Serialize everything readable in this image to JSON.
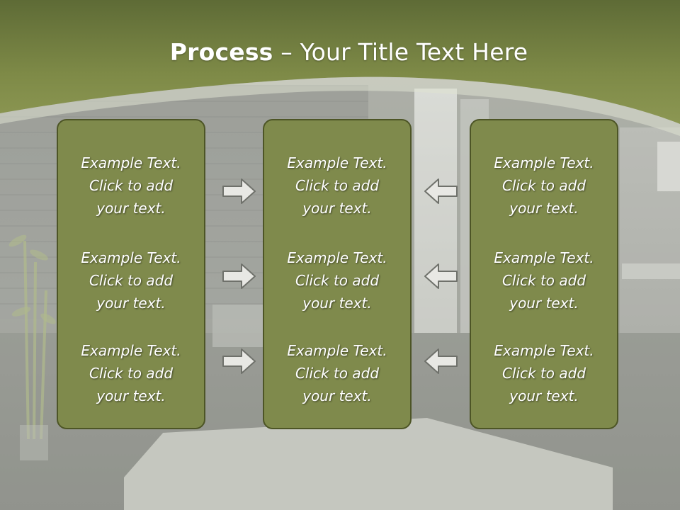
{
  "slide": {
    "title_bold": "Process",
    "title_rest": " – Your Title Text Here",
    "accent_color": "#7f8a4c",
    "header_color": "#8a9455"
  },
  "columns": [
    {
      "items": [
        {
          "line1": "Example Text.",
          "line2": "Click  to add",
          "line3": "your text."
        },
        {
          "line1": "Example Text.",
          "line2": "Click  to add",
          "line3": "your text."
        },
        {
          "line1": "Example Text.",
          "line2": "Click  to add",
          "line3": "your text."
        }
      ]
    },
    {
      "items": [
        {
          "line1": "Example Text.",
          "line2": "Click  to add",
          "line3": "your text."
        },
        {
          "line1": "Example Text.",
          "line2": "Click  to add",
          "line3": "your text."
        },
        {
          "line1": "Example Text.",
          "line2": "Click  to add",
          "line3": "your text."
        }
      ]
    },
    {
      "items": [
        {
          "line1": "Example Text.",
          "line2": "Click  to add",
          "line3": "your text."
        },
        {
          "line1": "Example Text.",
          "line2": "Click  to add",
          "line3": "your text."
        },
        {
          "line1": "Example Text.",
          "line2": "Click  to add",
          "line3": "your text."
        }
      ]
    }
  ],
  "arrows": {
    "left_group": "arrow-right-icon",
    "right_group": "arrow-left-icon"
  }
}
